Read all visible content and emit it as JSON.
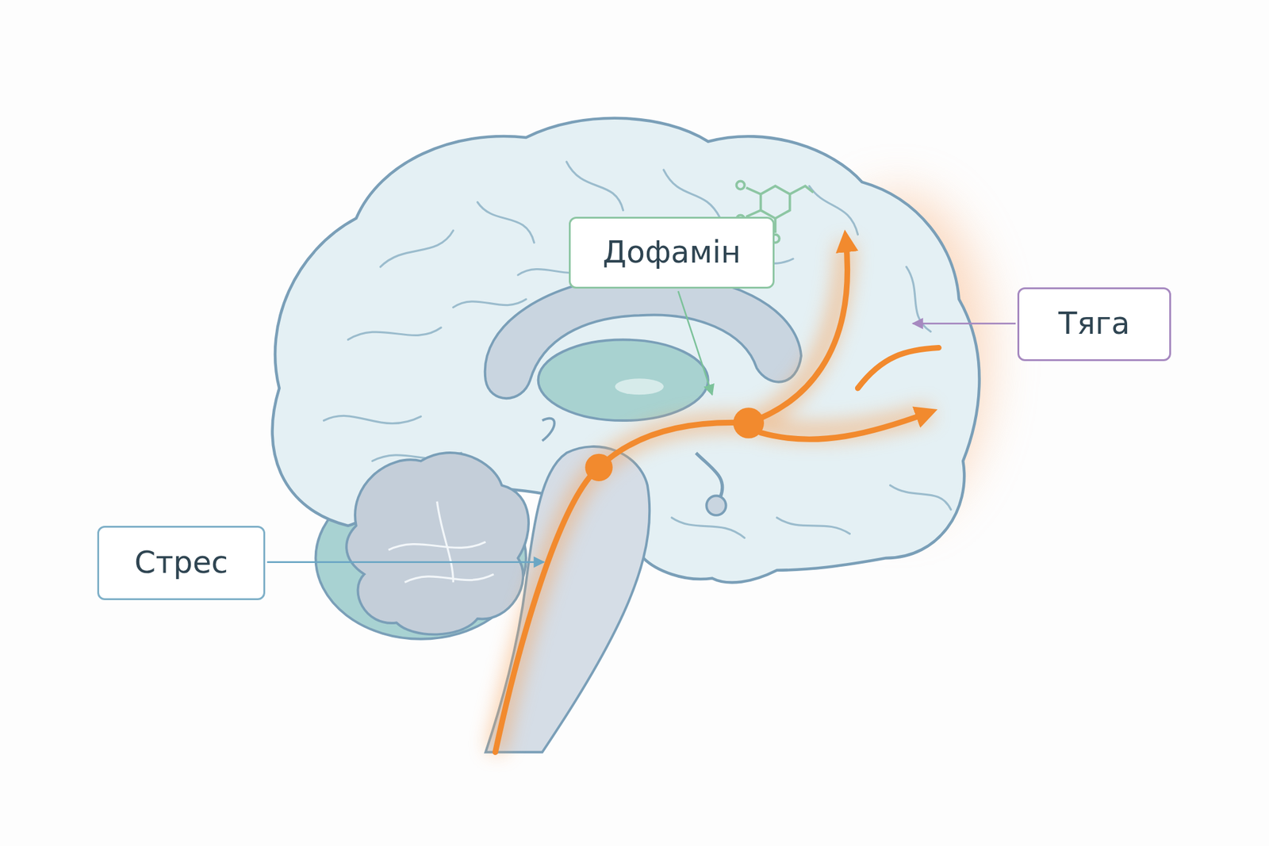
{
  "diagram": {
    "nodes": [
      {
        "text": [
          "Дофамін"
        ]
      },
      {
        "text": [
          "Тяга"
        ]
      },
      {
        "text": [
          "Стрес"
        ]
      }
    ]
  }
}
